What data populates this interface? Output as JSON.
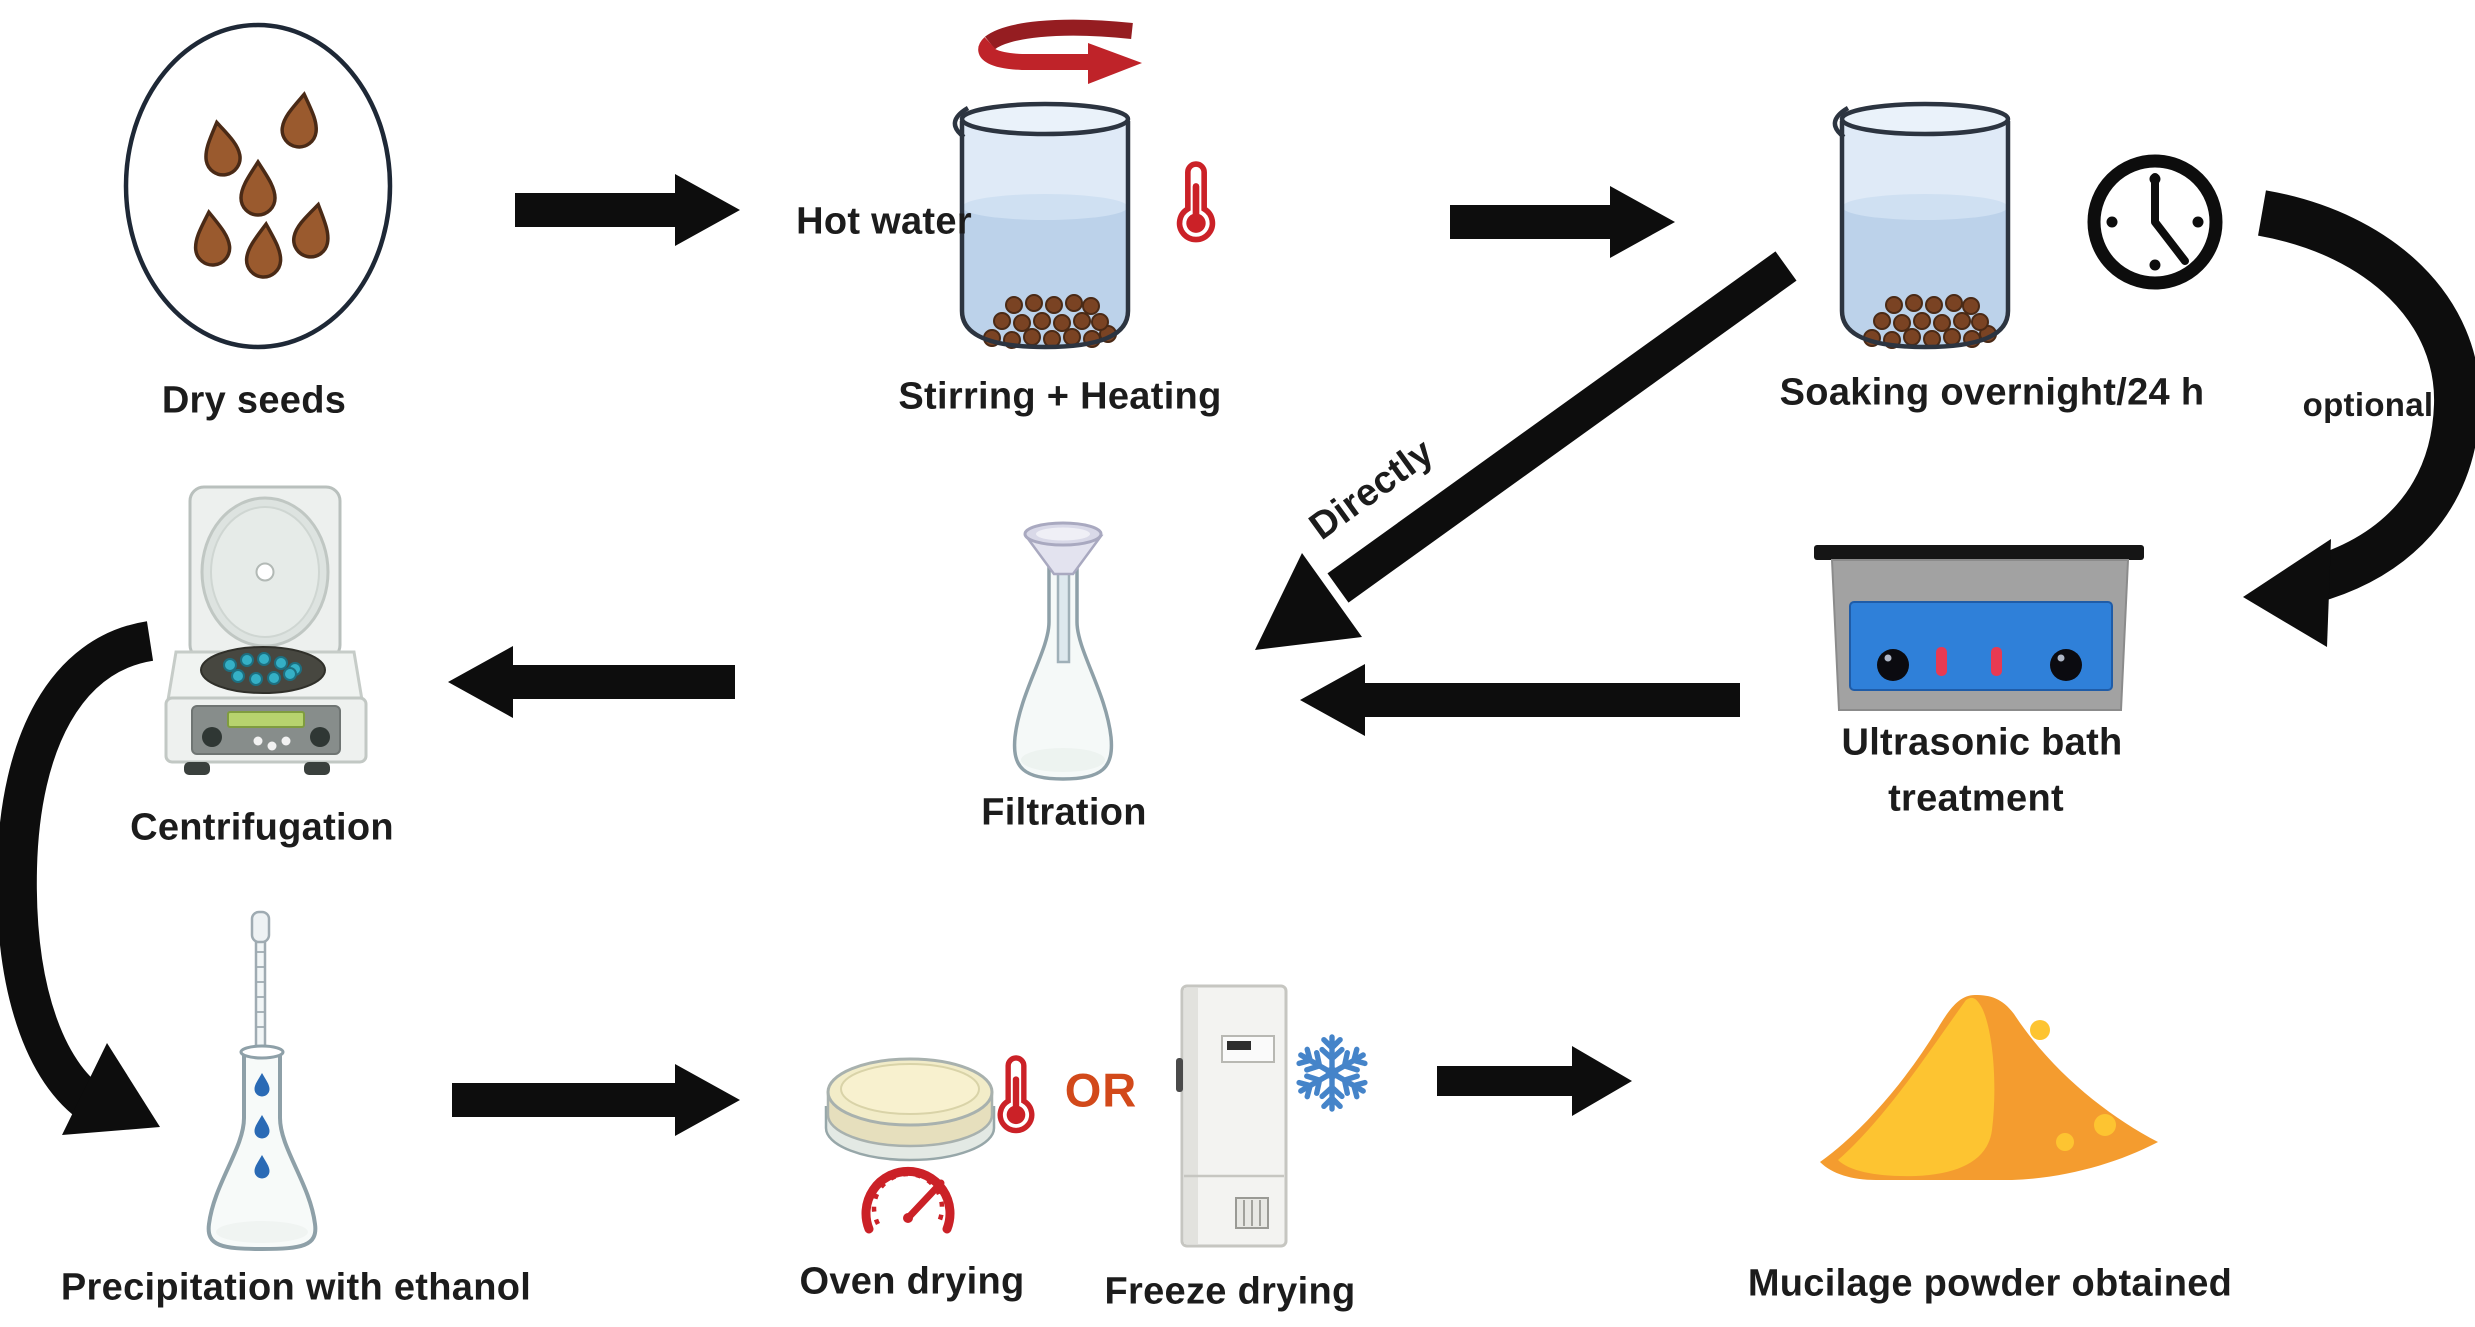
{
  "labels": {
    "dry_seeds": "Dry seeds",
    "hot_water": "Hot water",
    "stirring_heating": "Stirring + Heating",
    "soaking": "Soaking overnight/24 h",
    "optional": "optional",
    "ultrasonic_line1": "Ultrasonic bath",
    "ultrasonic_line2": "treatment",
    "directly": "Directly",
    "filtration": "Filtration",
    "centrifugation": "Centrifugation",
    "precipitation": "Precipitation with ethanol",
    "oven_drying": "Oven drying",
    "or": "OR",
    "freeze_drying": "Freeze drying",
    "mucilage": "Mucilage powder obtained"
  },
  "colors": {
    "ink": "#1c1c1c",
    "arrow_black": "#0d0d0d",
    "stir_red_dark": "#951d21",
    "stir_red": "#bf2329",
    "thermometer_red": "#cb2127",
    "seed_brown": "#9a5a2e",
    "seed_outline": "#4a2a16",
    "wet_seed_brown": "#7a4323",
    "water_light": "#dfeaf7",
    "water_deep": "#bcd2ea",
    "water_surface": "#cfe0f2",
    "glass_outline": "#2c3440",
    "flask_outline": "#8ea0a8",
    "ultrasonic_gray": "#a2a2a2",
    "ultrasonic_blue": "#2f80d9",
    "indicator_red": "#e83a52",
    "knob_black": "#0b0b10",
    "snowflake_blue": "#4584c9",
    "or_orange": "#d2491a",
    "dish_cream": "#f2ecc8",
    "drop_blue": "#2a6ab5",
    "powder_orange": "#f49c2f",
    "powder_yellow": "#fdc431"
  },
  "icons": {
    "dry_seeds": "six seed drops in circle",
    "stirring": "beaker with red stir arrow and thermometer",
    "soaking": "beaker with seeds and clock",
    "ultrasonic": "ultrasonic bath with blue panel and knobs",
    "filtration": "erlenmeyer flask with funnel",
    "centrifugation": "benchtop centrifuge with open lid",
    "precipitation": "flask with pipette and blue drops",
    "oven_drying": "petri dish, thermometer and heat gauge",
    "freeze_drying": "upright freezer cabinet and snowflake",
    "mucilage": "orange powder pile"
  }
}
